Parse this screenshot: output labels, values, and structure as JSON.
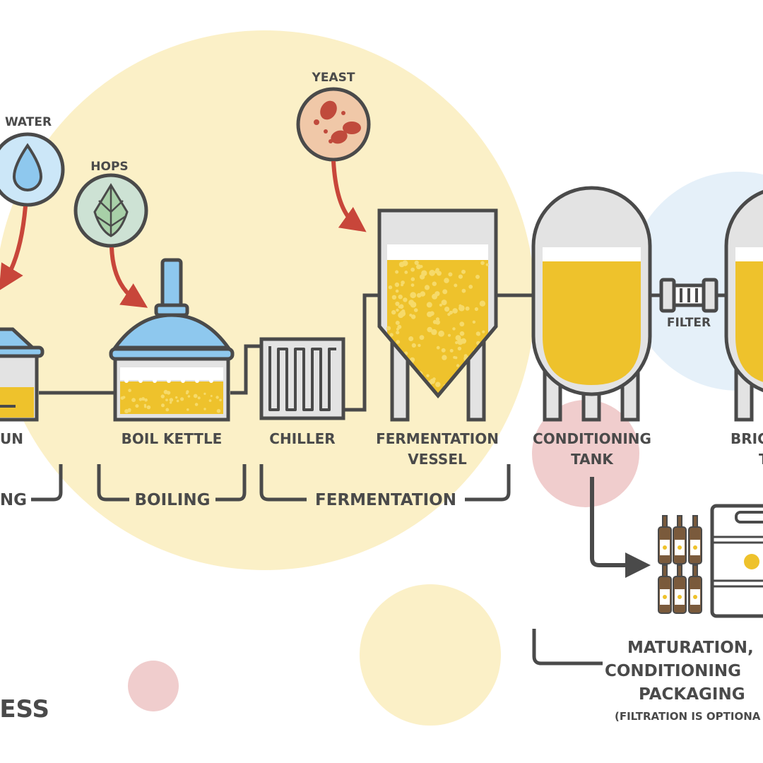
{
  "ingredients": {
    "water": "WATER",
    "hops": "HOPS",
    "yeast": "YEAST"
  },
  "equipment": {
    "mash_tun_partial": "UN",
    "boil_kettle": "BOIL KETTLE",
    "chiller": "CHILLER",
    "fermentation_vessel": [
      "FERMENTATION",
      "VESSEL"
    ],
    "conditioning_tank": [
      "CONDITIONING",
      "TANK"
    ],
    "filter": "FILTER",
    "bright_tank_partial": [
      "BRIG",
      "T"
    ]
  },
  "stages": {
    "mashing_partial": "NG",
    "boiling": "BOILING",
    "fermentation": "FERMENTATION",
    "maturation": [
      "MATURATION,",
      "CONDITIONING",
      "PACKAGING",
      "(FILTRATION IS OPTIONA"
    ]
  },
  "title_partial": "ESS",
  "colors": {
    "beer": "#eec22c",
    "foam": "#ffffff",
    "steel": "#e3e3e3",
    "outline": "#4a4a4a",
    "kettle_blue": "#8ec8ee",
    "arrow_red": "#c8463a",
    "bg_yellow": "#fbf0c7",
    "bg_blue": "#e5f0f9",
    "bg_pink": "#f0cdcd",
    "water_bg": "#cce7f8",
    "hops_bg": "#cde2d4",
    "yeast_bg": "#f0c8a8",
    "yeast_cell": "#c04a3c",
    "bottle_brown": "#7a5a3c"
  }
}
